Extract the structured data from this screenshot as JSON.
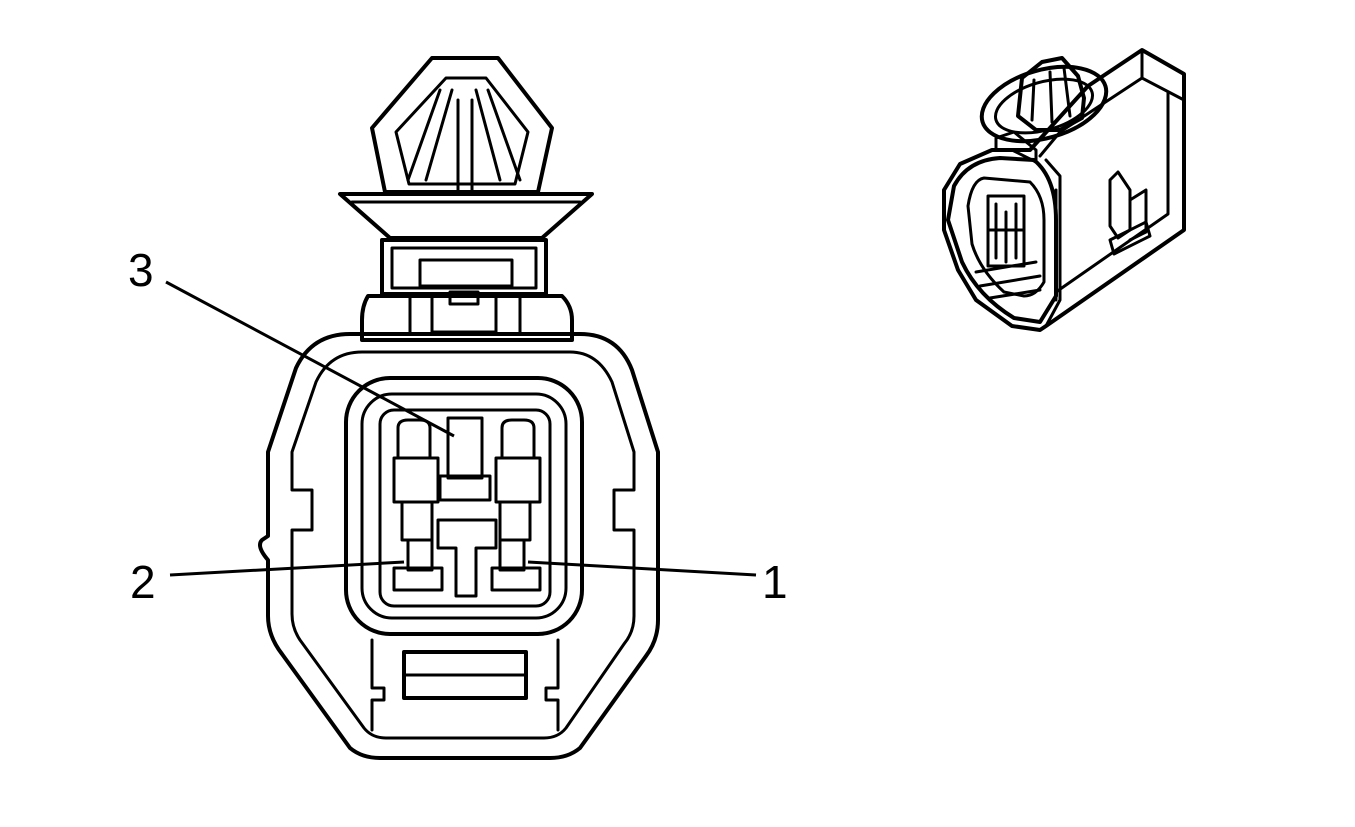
{
  "diagram": {
    "pin_labels": {
      "pin3": "3",
      "pin2": "2",
      "pin1": "1"
    },
    "colors": {
      "ink": "#000000",
      "background": "#ffffff"
    }
  }
}
